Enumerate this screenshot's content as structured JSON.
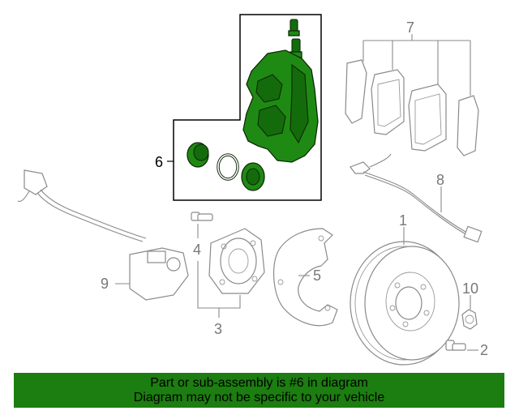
{
  "callouts": {
    "c1": "1",
    "c2": "2",
    "c3": "3",
    "c4": "4",
    "c5": "5",
    "c6": "6",
    "c7": "7",
    "c8": "8",
    "c9": "9",
    "c10": "10"
  },
  "highlight_color": "#1f8a13",
  "banner": {
    "line1": "Part or sub-assembly is #6 in diagram",
    "line2": "Diagram may not be specific to your vehicle",
    "color": "#1c7d10"
  }
}
